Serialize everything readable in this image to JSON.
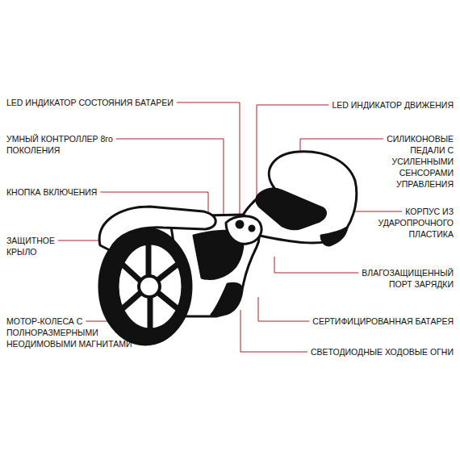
{
  "diagram": {
    "labels": [
      "LED ИНДИКАТОР СОСТОЯНИЯ БАТАРЕИ",
      "LED ИНДИКАТОР ДВИЖЕНИЯ",
      "УМНЫЙ КОНТРОЛЛЕР 8го ПОКОЛЕНИЯ",
      "СИЛИКОНОВЫЕ ПЕДАЛИ С УСИЛЕННЫМИ СЕНСОРАМИ УПРАВЛЕНИЯ",
      "КНОПКА ВКЛЮЧЕНИЯ",
      "КОРПУС ИЗ УДАРОПРОЧНОГО ПЛАСТИКА",
      "ЗАЩИТНОЕ КРЫЛО",
      "ВЛАГОЗАЩИЩЕННЫЙ ПОРТ ЗАРЯДКИ",
      "МОТОР-КОЛЕСА С ПОЛНОРАЗМЕРНЫМИ НЕОДИМОВЫМИ МАГНИТАМИ",
      "СЕРТИФИЦИРОВАННАЯ БАТАРЕЯ",
      "СВЕТОДИОДНЫЕ ХОДОВЫЕ ОГНИ"
    ]
  }
}
